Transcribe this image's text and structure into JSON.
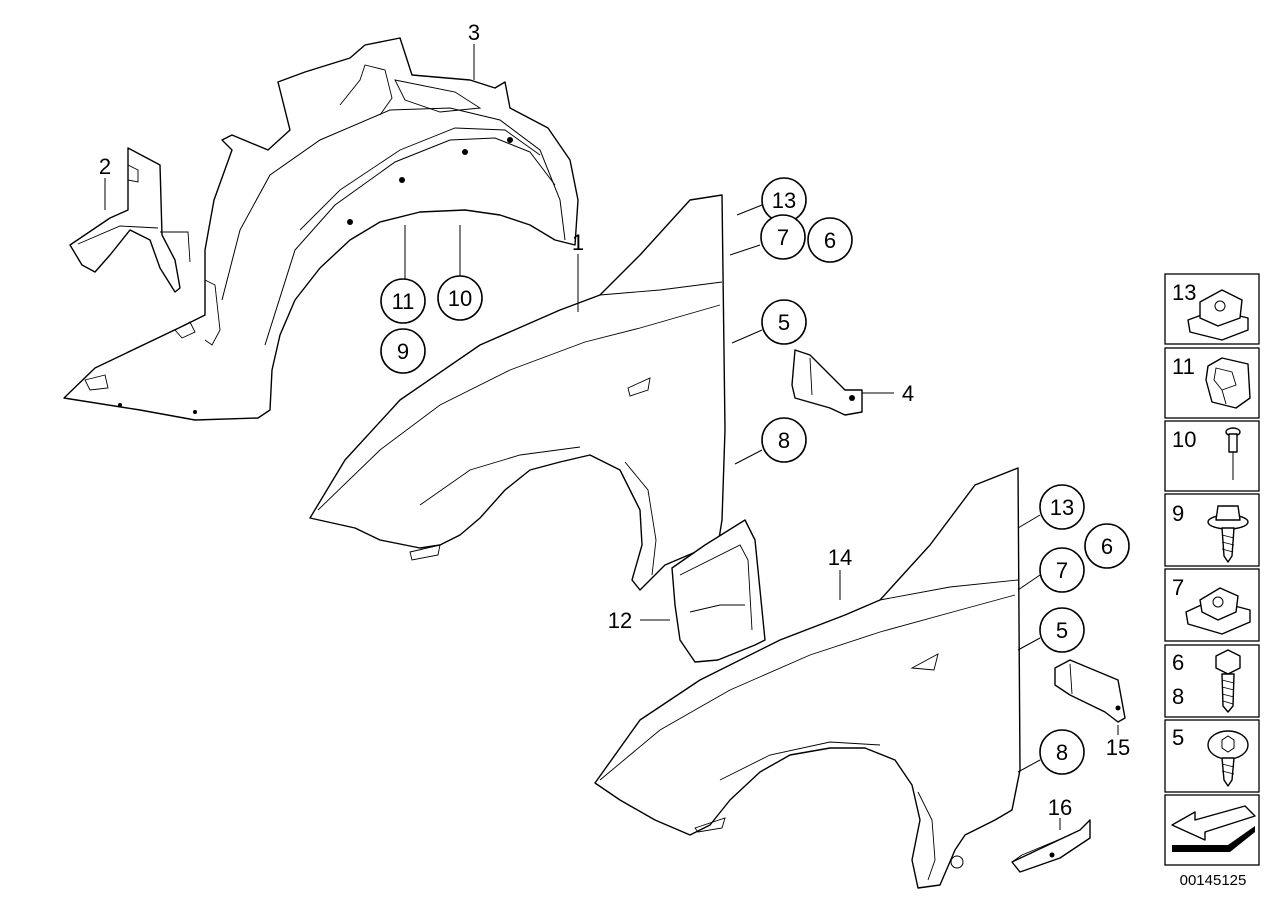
{
  "diagram_id": "00145125",
  "callouts": {
    "c1": "1",
    "c2": "2",
    "c3": "3",
    "c4": "4",
    "c13a": "13",
    "c6a": "6",
    "c7a": "7",
    "c5a": "5",
    "c8a": "8",
    "c11": "11",
    "c10": "10",
    "c9": "9",
    "c12": "12",
    "c14": "14",
    "c13b": "13",
    "c6b": "6",
    "c7b": "7",
    "c5b": "5",
    "c15": "15",
    "c8b": "8",
    "c16": "16"
  },
  "legend": [
    {
      "label": "13",
      "icon": "clip-nut-13-icon"
    },
    {
      "label": "11",
      "icon": "expanding-nut-11-icon"
    },
    {
      "label": "10",
      "icon": "blind-rivet-10-icon"
    },
    {
      "label": "9",
      "icon": "collar-screw-9-icon"
    },
    {
      "label": "7",
      "icon": "spring-nut-7-icon"
    },
    {
      "label": "6",
      "label2": "8",
      "icon": "hex-bolt-6-8-icon"
    },
    {
      "label": "5",
      "icon": "torx-screw-5-icon"
    },
    {
      "label": "",
      "icon": "arrow-icon"
    }
  ]
}
